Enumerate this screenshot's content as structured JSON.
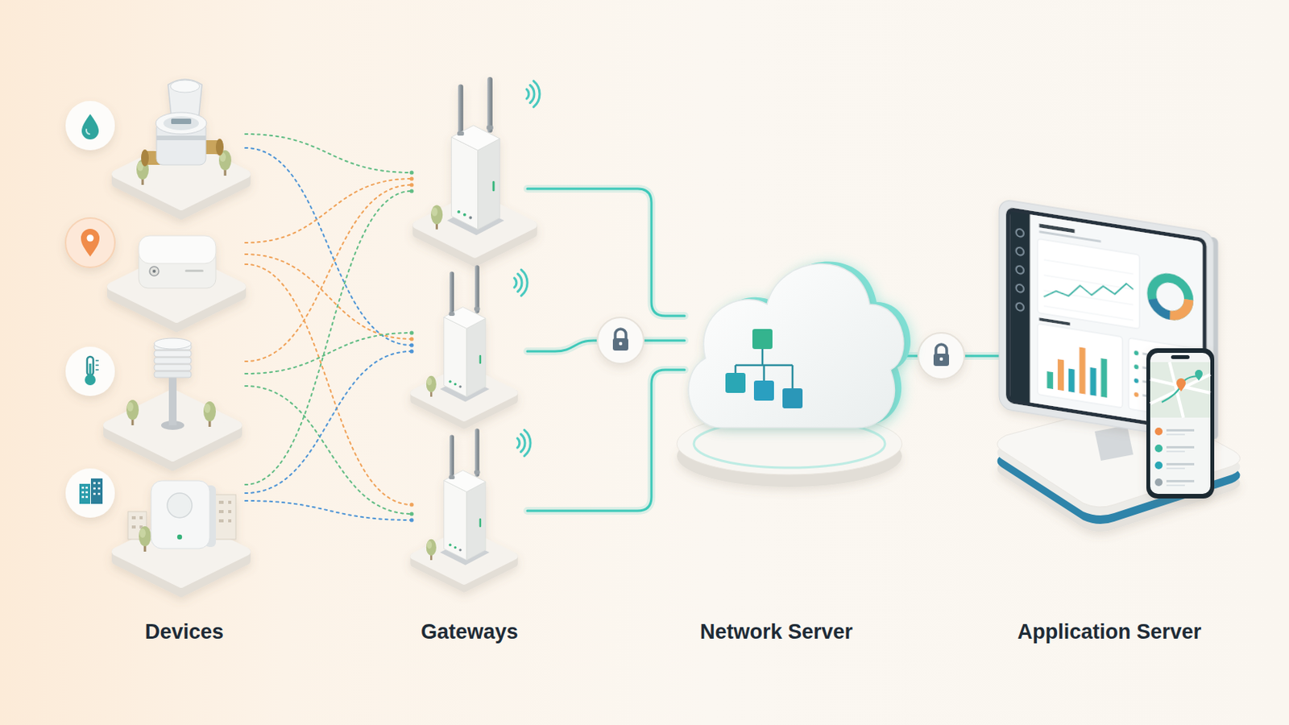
{
  "diagram": {
    "nodes": [
      {
        "text": [
          "Devices"
        ]
      },
      {
        "text": [
          "Gateways"
        ]
      },
      {
        "text": [
          "Network Server"
        ]
      },
      {
        "text": [
          "Application Server"
        ]
      }
    ],
    "edges": [
      {
        "from": 0,
        "to": 1,
        "arrow": "none"
      },
      {
        "from": 1,
        "to": 2,
        "arrow": "none"
      },
      {
        "from": 2,
        "to": 3,
        "arrow": "none"
      }
    ]
  }
}
